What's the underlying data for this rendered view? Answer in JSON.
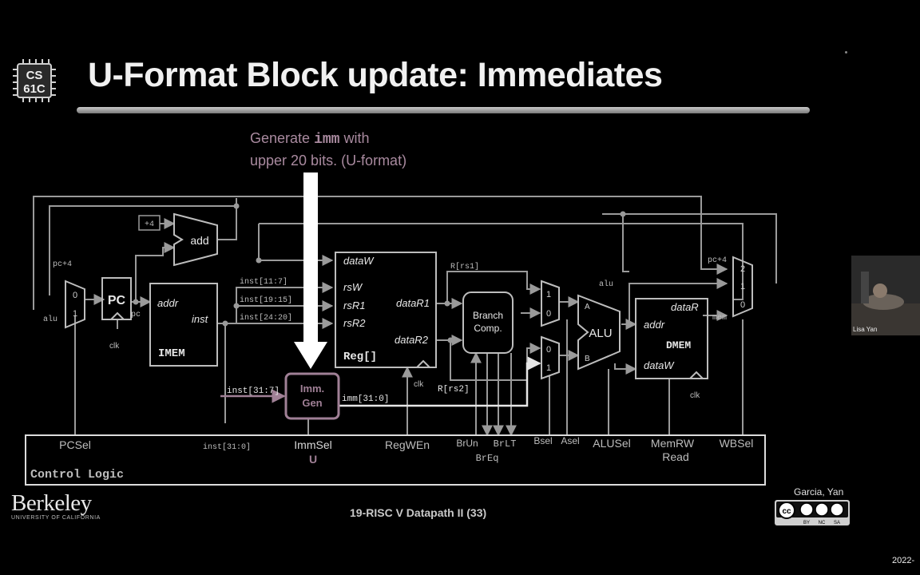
{
  "slide": {
    "logo_line1": "CS",
    "logo_line2": "61C",
    "title": "U-Format Block update: Immediates",
    "callout": {
      "line1_prefix": "Generate ",
      "line1_code": "imm",
      "line1_suffix": " with",
      "line2": "upper 20 bits. (U-format)"
    },
    "footer": "19-RISC V Datapath II (33)",
    "institution_word": "Berkeley",
    "institution_sub": "UNIVERSITY OF CALIFORNIA",
    "credit": "Garcia, Yan",
    "license": [
      "BY",
      "NC",
      "SA"
    ]
  },
  "diagram": {
    "blocks": {
      "add": "add",
      "plus4": "+4",
      "pc": "PC",
      "imem_addr": "addr",
      "imem_inst": "inst",
      "imem": "IMEM",
      "reg_dataw": "dataW",
      "reg_rsw": "rsW",
      "reg_rsr1": "rsR1",
      "reg_rsr2": "rsR2",
      "reg_datar1": "dataR1",
      "reg_datar2": "dataR2",
      "reg": "Reg[]",
      "branch1": "Branch",
      "branch2": "Comp.",
      "alu": "ALU",
      "alu_a": "A",
      "alu_b": "B",
      "dmem_datar": "dataR",
      "dmem_addr": "addr",
      "dmem": "DMEM",
      "dmem_dataw": "dataW",
      "immgen1": "Imm.",
      "immgen2": "Gen",
      "control": "Control Logic"
    },
    "wire_labels": {
      "pc4_left": "pc+4",
      "alu_left": "alu",
      "pc_out": "pc",
      "inst_11_7": "inst[11:7]",
      "inst_19_15": "inst[19:15]",
      "inst_24_20": "inst[24:20]",
      "inst_31_7": "inst[31:7]",
      "imm_31_0": "imm[31:0]",
      "inst_31_0": "inst[31:0]",
      "r_rs1": "R[rs1]",
      "r_rs2": "R[rs2]",
      "alu_right": "alu",
      "pc4_right": "pc+4",
      "mem": "mem",
      "clk1": "clk",
      "clk2": "clk",
      "clk3": "clk"
    },
    "mux_labels": {
      "pc_mux_0": "0",
      "pc_mux_1": "1",
      "a_mux_1": "1",
      "a_mux_0": "0",
      "b_mux_0": "0",
      "b_mux_1": "1",
      "wb_mux_2": "2",
      "wb_mux_1": "1",
      "wb_mux_0": "0"
    },
    "signals": {
      "pcsel": "PCSel",
      "immsel": "ImmSel",
      "immsel_value": "U",
      "regwen": "RegWEn",
      "brun": "BrUn",
      "brlt": "BrLT",
      "breq": "BrEq",
      "bsel": "Bsel",
      "asel": "Asel",
      "alusel": "ALUSel",
      "memrw": "MemRW",
      "memrw_value": "Read",
      "wbsel": "WBSel"
    }
  },
  "presenter": {
    "name": "Lisa Yan"
  },
  "date_fragment": "2022-",
  "colors": {
    "background": "#000000",
    "wire": "#9a9a9a",
    "highlight": "#a08096",
    "imm_path": "#e6e6e6"
  }
}
